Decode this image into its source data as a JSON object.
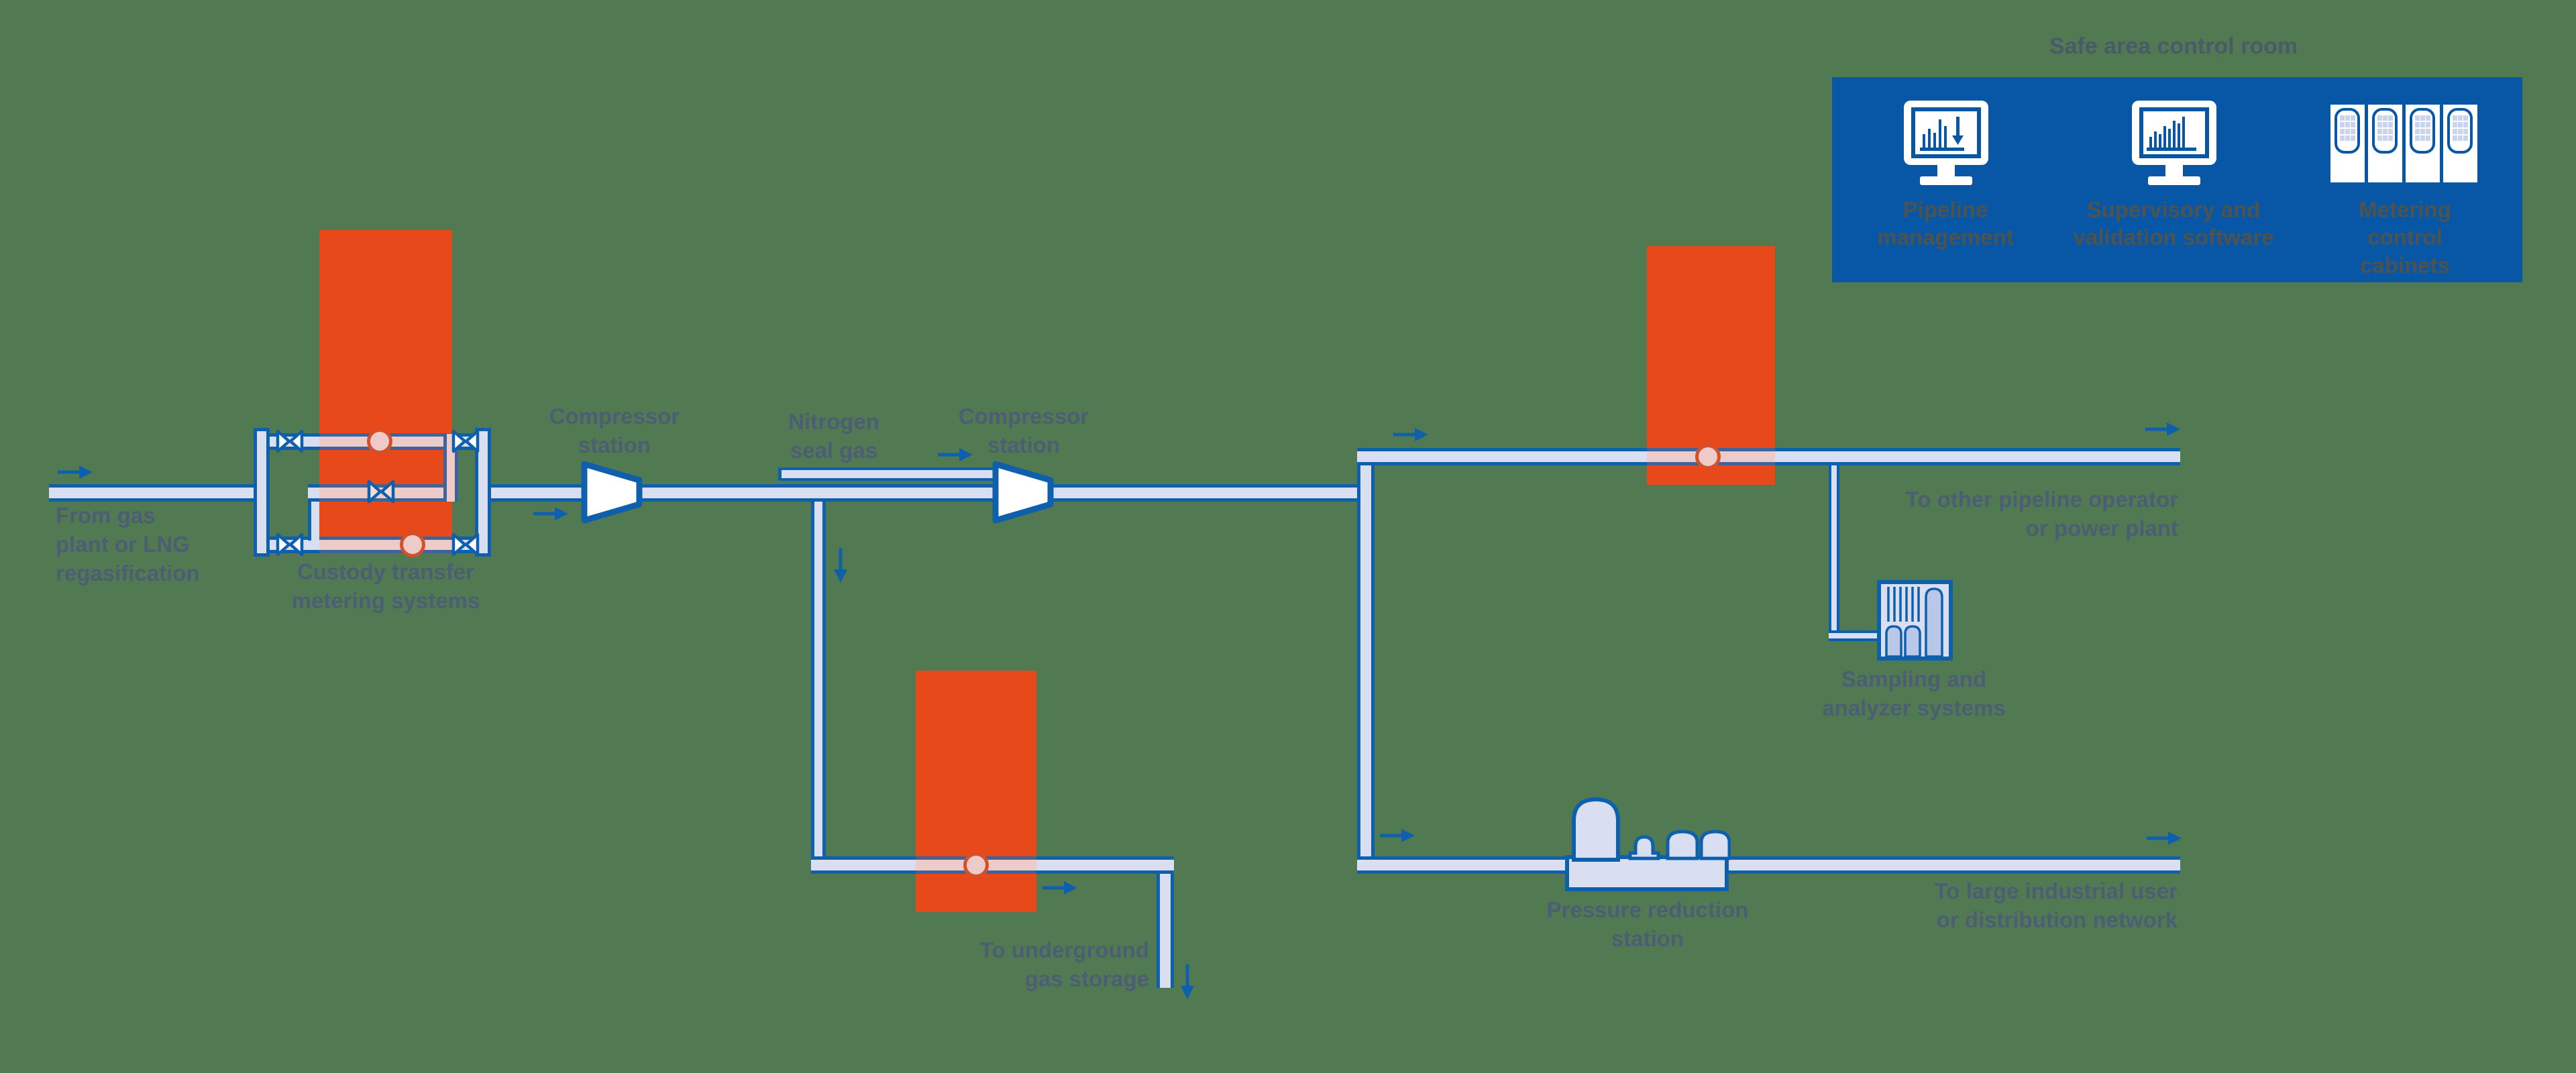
{
  "diagram": {
    "type": "gas-pipeline-process-diagram",
    "labels": {
      "source": "From gas\nplant or LNG\nregasification",
      "custody": "Custody transfer\nmetering systems",
      "compressor1": "Compressor\nstation",
      "nitrogen": "Nitrogen\nseal gas",
      "compressor2": "Compressor\nstation",
      "underground": "To underground\ngas storage",
      "other_pipeline": "To other pipeline operator\nor power plant",
      "sampling": "Sampling and\nanalyzer systems",
      "pressure": "Pressure reduction\nstation",
      "industrial": "To large industrial user\nor distribution network"
    },
    "control_room": {
      "title": "Safe area control room",
      "items": [
        {
          "label": "Pipeline\nmanagement",
          "icon": "monitor-trend-download-icon"
        },
        {
          "label": "Supervisory and\nvalidation software",
          "icon": "monitor-bar-chart-icon"
        },
        {
          "label": "Metering control\ncabinets",
          "icon": "control-cabinets-icon"
        }
      ]
    },
    "colors": {
      "background": "#517A52",
      "highlight_orange": "#E8491A",
      "line_blue": "#0E5FAC",
      "control_room_blue": "#0857A6",
      "pipe_fill": "#D9DEF1",
      "pipe_fill_highlighted": "#EDCBC8",
      "meter_ring": "#D4502B",
      "label_text": "#4C5E74",
      "control_room_label_text": "#4E534D"
    }
  }
}
